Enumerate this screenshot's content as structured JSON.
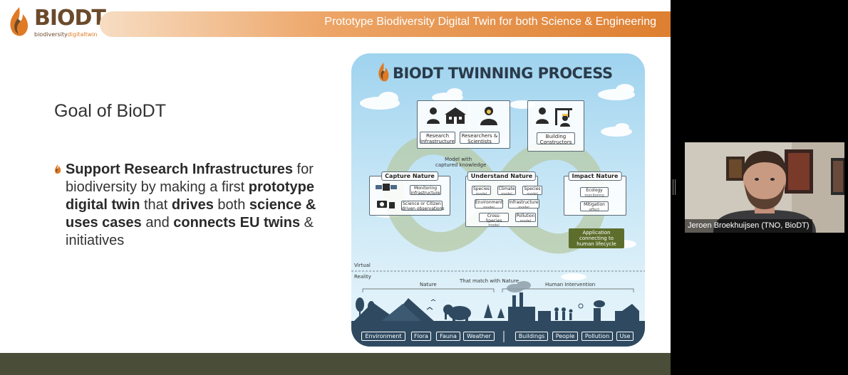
{
  "slide": {
    "logo_word": "BIODT",
    "logo_sub_a": "biodiversity",
    "logo_sub_b": "digitaltwin",
    "header_title": "Prototype Biodiversity Digital Twin for both Science & Engineering",
    "heading": "Goal of BioDT",
    "bullet": {
      "p1": "Support Research Infrastructures",
      "p2": " for biodiversity by making a first ",
      "p3": "prototype digital twin",
      "p4": " that ",
      "p5": "drives",
      "p6": " both ",
      "p7": "science & uses cases",
      "p8": " and ",
      "p9": "connects EU twins",
      "p10": " & initiatives"
    }
  },
  "infographic": {
    "title": "BIODT TWINNING PROCESS",
    "top_left_labels": [
      "Research\nInfrastructure",
      "Researchers\n& Scientists"
    ],
    "top_right_label": "Building\nConstructors",
    "model_note": "Model with\ncaptured knowledge",
    "capture": {
      "tag": "Capture Nature",
      "chips": [
        "Monitoring\ninfrastructure",
        "Science or Citizen\ndriven observations"
      ]
    },
    "understand": {
      "tag": "Understand Nature",
      "chips": [
        {
          "name": "Species",
          "sub": "model"
        },
        {
          "name": "Climate",
          "sub": "model"
        },
        {
          "name": "Species",
          "sub": "model"
        },
        {
          "name": "Environment",
          "sub": "model"
        },
        {
          "name": "Infrastructure",
          "sub": "model"
        },
        {
          "name": "Cross-Species",
          "sub": "model"
        },
        {
          "name": "Pollution",
          "sub": "model"
        }
      ]
    },
    "impact": {
      "tag": "Impact Nature",
      "chips": [
        {
          "name": "Ecology",
          "sub": "monitoring"
        },
        {
          "name": "Mitigation",
          "sub": "effect"
        }
      ]
    },
    "apps": "Application\nconnecting to\nhuman lifecycle",
    "virtual": "Virtual",
    "reality": "Reality",
    "nature": "Nature",
    "match": "That match with Nature",
    "human": "Human Intervention",
    "categories_left": [
      "Environment",
      "Flora",
      "Fauna",
      "Weather"
    ],
    "categories_right": [
      "Buildings",
      "People",
      "Pollution",
      "Use"
    ]
  },
  "video": {
    "speaker": "Jeroen Broekhuijsen (TNO, BioDT)"
  },
  "colors": {
    "accent_orange": "#de7f30",
    "brand_brown": "#6b4a2b",
    "footer": "#4a4d37",
    "apps_green": "#5d6e2c",
    "ground_dark": "#2f4a60"
  }
}
